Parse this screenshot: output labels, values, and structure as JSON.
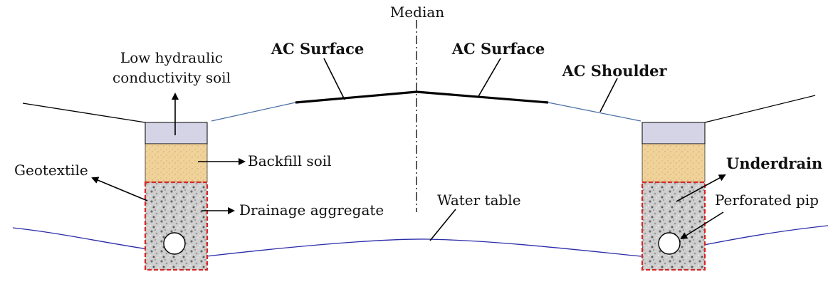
{
  "labels": {
    "median": "Median",
    "ac_surface_left": "AC Surface",
    "ac_surface_right": "AC Surface",
    "ac_shoulder": "AC Shoulder",
    "low_hydraulic_line1": "Low hydraulic",
    "low_hydraulic_line2": "conductivity soil",
    "backfill_soil": "Backfill soil",
    "geotextile": "Geotextile",
    "drainage_aggregate": "Drainage aggregate",
    "water_table": "Water table",
    "underdrain": "Underdrain",
    "perforated_pipe": "Perforated pip"
  },
  "colors": {
    "cap_soil": "#d5d3e6",
    "backfill": "#f0d39a",
    "aggregate": "#c9c9c9",
    "geotextile_border": "#d62828",
    "water_table": "#2b2ba8",
    "shoulder_line": "#4a6fa5",
    "surface": "#000000"
  }
}
